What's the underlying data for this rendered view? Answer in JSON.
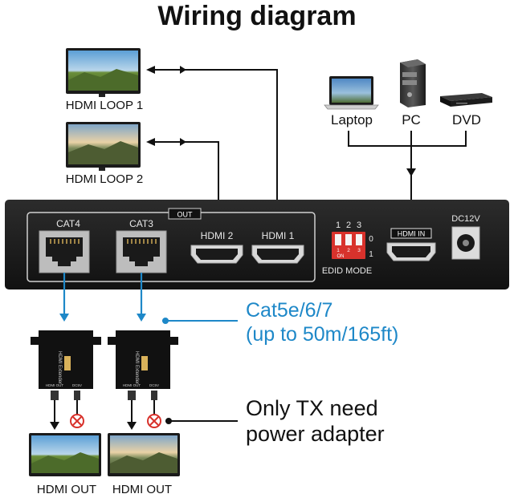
{
  "title": "Wiring diagram",
  "outputs": {
    "loop1": "HDMI LOOP 1",
    "loop2": "HDMI LOOP 2",
    "out_tag": "OUT"
  },
  "sources": {
    "laptop": "Laptop",
    "pc": "PC",
    "dvd": "DVD"
  },
  "device": {
    "cat4": "CAT4",
    "cat3": "CAT3",
    "hdmi2": "HDMI 2",
    "hdmi1": "HDMI 1",
    "hdmi_in": "HDMI IN",
    "dc12v": "DC12V",
    "edid_mode": "EDID MODE",
    "dip_nums": [
      "1",
      "2",
      "3"
    ],
    "dip_state_0": "0",
    "dip_state_1": "1",
    "dip_on": "ON",
    "dip_sub": [
      "1",
      "2",
      "3"
    ]
  },
  "cable": {
    "line1": "Cat5e/6/7",
    "line2": "(up to 50m/165ft)",
    "color": "#1e88c8"
  },
  "receivers": {
    "extender_label": "HDMI Extender",
    "port_hdmi_out": "HDMI OUT",
    "port_dc5v": "DC5V"
  },
  "note": {
    "line1": "Only TX need",
    "line2": "power adapter"
  },
  "displays": {
    "out1": "HDMI OUT",
    "out2": "HDMI OUT"
  }
}
